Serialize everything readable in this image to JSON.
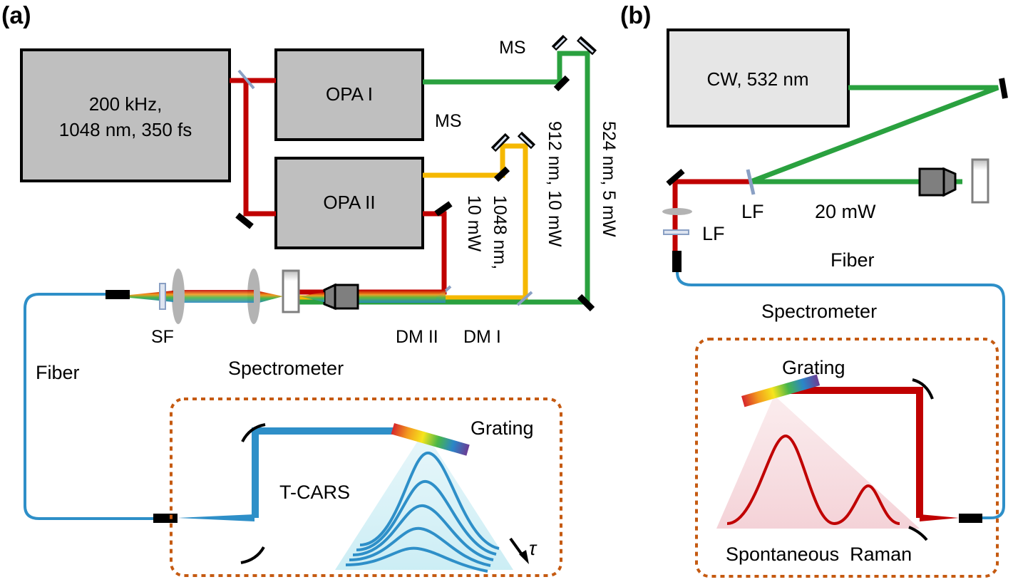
{
  "panel_a": {
    "label": "(a)",
    "laser_line1": "200 kHz,",
    "laser_line2": "1048 nm, 350 fs",
    "opa1": "OPA I",
    "opa2": "OPA II",
    "ms_top": "MS",
    "ms_mid": "MS",
    "label_524": "524 nm, 5 mW",
    "label_912": "912 nm, 10 mW",
    "label_1048_a": "1048 nm,",
    "label_1048_b": "10 mW",
    "sf": "SF",
    "dm2": "DM II",
    "dm1": "DM I",
    "fiber": "Fiber",
    "spectrometer": "Spectrometer",
    "grating": "Grating",
    "tcars": "T-CARS",
    "tau": "τ"
  },
  "panel_b": {
    "label": "(b)",
    "cw": "CW, 532 nm",
    "lf_center": "LF",
    "lf_left": "LF",
    "power": "20 mW",
    "fiber": "Fiber",
    "spectrometer": "Spectrometer",
    "grating": "Grating",
    "raman": "Spontaneous  Raman"
  },
  "colors": {
    "red_beam": "#c00000",
    "green_beam": "#2aa13f",
    "yellow_beam": "#f5b800",
    "blue_beam": "#2e8fc8",
    "box_fill_dark": "#bfbfbf",
    "box_fill_light": "#e6e6e6",
    "dotted_box": "#c55a11"
  }
}
